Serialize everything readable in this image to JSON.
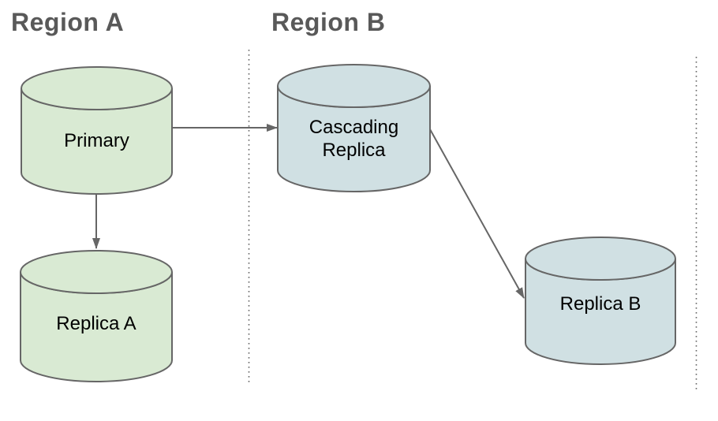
{
  "colors": {
    "canvas_bg": "#ffffff",
    "green_fill": "#d9ead3",
    "blue_fill": "#d0e0e3",
    "stroke_gray": "#666666",
    "heading_text": "#595959",
    "label_text": "#000000"
  },
  "diagram": {
    "regions": [
      {
        "label": "Region A"
      },
      {
        "label": "Region B"
      }
    ],
    "nodes": [
      {
        "id": "primary",
        "label": "Primary",
        "region": "Region A",
        "color_name": "green"
      },
      {
        "id": "replica-a",
        "label": "Replica A",
        "region": "Region A",
        "color_name": "green"
      },
      {
        "id": "cascading-replica",
        "label": "Cascading Replica",
        "region": "Region B",
        "color_name": "blue"
      },
      {
        "id": "replica-b",
        "label": "Replica B",
        "region": "Region B",
        "color_name": "blue"
      }
    ],
    "edges": [
      {
        "from": "Primary",
        "to": "Cascading Replica"
      },
      {
        "from": "Primary",
        "to": "Replica A"
      },
      {
        "from": "Cascading Replica",
        "to": "Replica B"
      }
    ]
  }
}
